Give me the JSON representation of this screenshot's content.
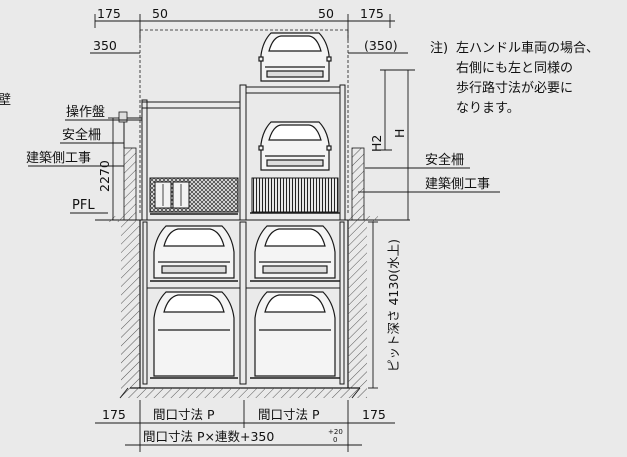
{
  "dimensions": {
    "top_175_left": "175",
    "top_50_left": "50",
    "top_50_right": "50",
    "top_175_right": "175",
    "side_350_left": "350",
    "side_350_right": "(350)",
    "h2": "H2",
    "h": "H",
    "height_2270": "2270",
    "pit_depth": "ピット深さ 4130(水上)",
    "bottom_175_left": "175",
    "bottom_175_right": "175",
    "opening_p_1": "間口寸法 P",
    "opening_p_2": "間口寸法 P",
    "overall_width": "間口寸法 P×連数+350",
    "tol_plus": "+20",
    "tol_zero": "0"
  },
  "labels": {
    "edge_fragment": "壁",
    "control_panel": "操作盤",
    "safety_fence_left": "安全柵",
    "building_work_left": "建築側工事",
    "pfl": "PFL",
    "safety_fence_right": "安全柵",
    "building_work_right": "建築側工事"
  },
  "note": {
    "prefix": "注)",
    "lines": [
      "左ハンドル車両の場合、",
      "右側にも左と同様の",
      "歩行路寸法が必要に",
      "なります。"
    ]
  },
  "colors": {
    "background": "#eaeaea",
    "line": "#1a1a1a",
    "hatch": "#555555"
  }
}
